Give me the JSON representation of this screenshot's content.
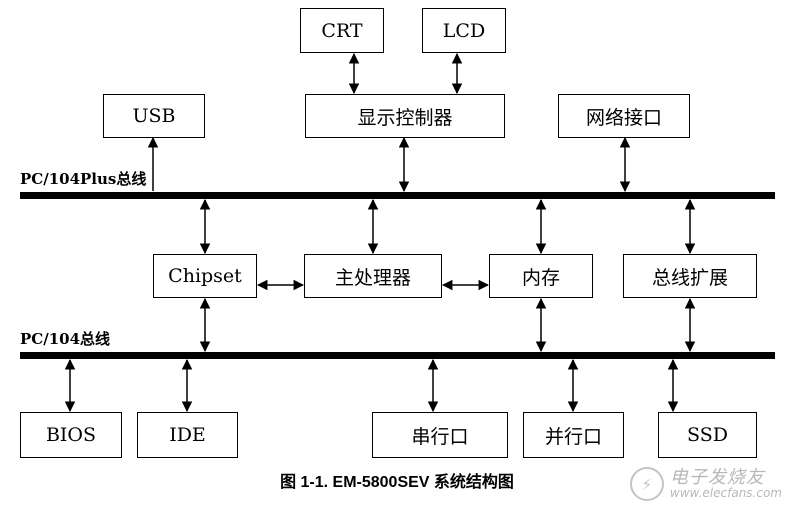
{
  "diagram": {
    "bus_top_label": "PC/104Plus总线",
    "bus_bottom_label": "PC/104总线",
    "boxes": {
      "crt": "CRT",
      "lcd": "LCD",
      "usb": "USB",
      "display_controller": "显示控制器",
      "network_interface": "网络接口",
      "chipset": "Chipset",
      "main_processor": "主处理器",
      "memory": "内存",
      "bus_expansion": "总线扩展",
      "bios": "BIOS",
      "ide": "IDE",
      "serial_port": "串行口",
      "parallel_port": "并行口",
      "ssd": "SSD"
    }
  },
  "caption": "图 1-1. EM-5800SEV 系统结构图",
  "watermark": {
    "logo_glyph": "⚡",
    "text_cn": "电子发烧友",
    "text_en": "www.elecfans.com"
  }
}
